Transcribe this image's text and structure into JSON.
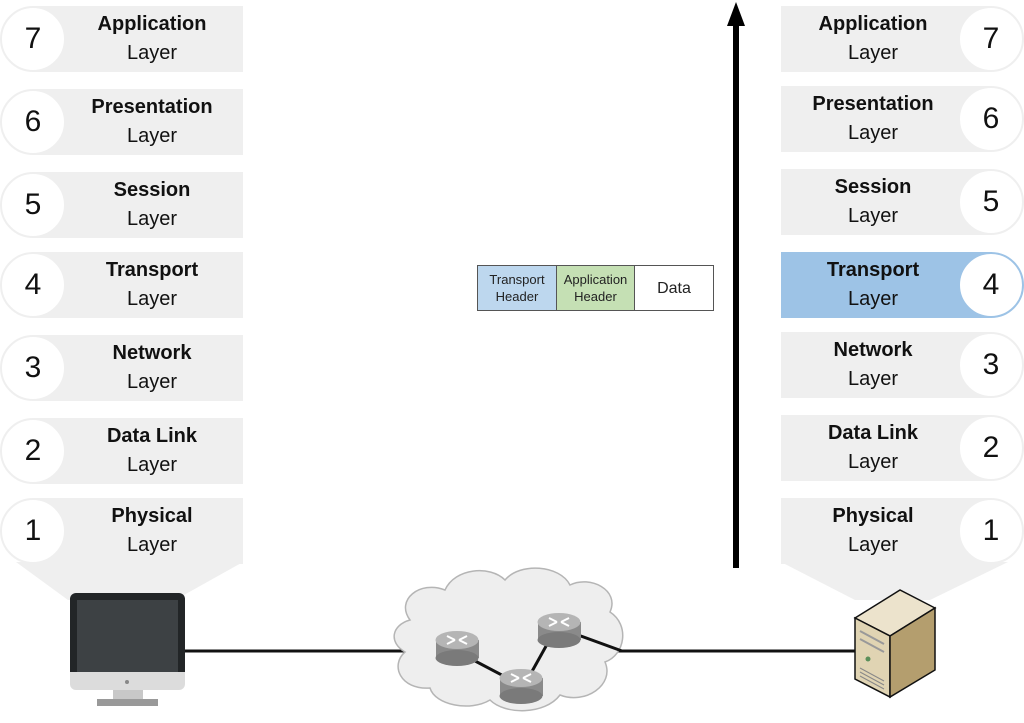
{
  "left_stack": {
    "layers": [
      {
        "number": "7",
        "name": "Application",
        "sub": "Layer"
      },
      {
        "number": "6",
        "name": "Presentation",
        "sub": "Layer"
      },
      {
        "number": "5",
        "name": "Session",
        "sub": "Layer"
      },
      {
        "number": "4",
        "name": "Transport",
        "sub": "Layer"
      },
      {
        "number": "3",
        "name": "Network",
        "sub": "Layer"
      },
      {
        "number": "2",
        "name": "Data Link",
        "sub": "Layer"
      },
      {
        "number": "1",
        "name": "Physical",
        "sub": "Layer"
      }
    ]
  },
  "right_stack": {
    "highlighted_layer": "4",
    "highlight_color": "#9dc3e6",
    "layers": [
      {
        "number": "7",
        "name": "Application",
        "sub": "Layer"
      },
      {
        "number": "6",
        "name": "Presentation",
        "sub": "Layer"
      },
      {
        "number": "5",
        "name": "Session",
        "sub": "Layer"
      },
      {
        "number": "4",
        "name": "Transport",
        "sub": "Layer"
      },
      {
        "number": "3",
        "name": "Network",
        "sub": "Layer"
      },
      {
        "number": "2",
        "name": "Data Link",
        "sub": "Layer"
      },
      {
        "number": "1",
        "name": "Physical",
        "sub": "Layer"
      }
    ]
  },
  "packet": {
    "transport_header": "Transport Header",
    "application_header": "Application Header",
    "data": "Data",
    "colors": {
      "transport_header": "#bdd7ee",
      "application_header": "#c5e0b4",
      "data": "#ffffff"
    }
  },
  "devices": {
    "left": "computer-monitor",
    "middle": "network-cloud-with-routers",
    "right": "server-tower"
  },
  "arrow": {
    "direction": "up"
  }
}
